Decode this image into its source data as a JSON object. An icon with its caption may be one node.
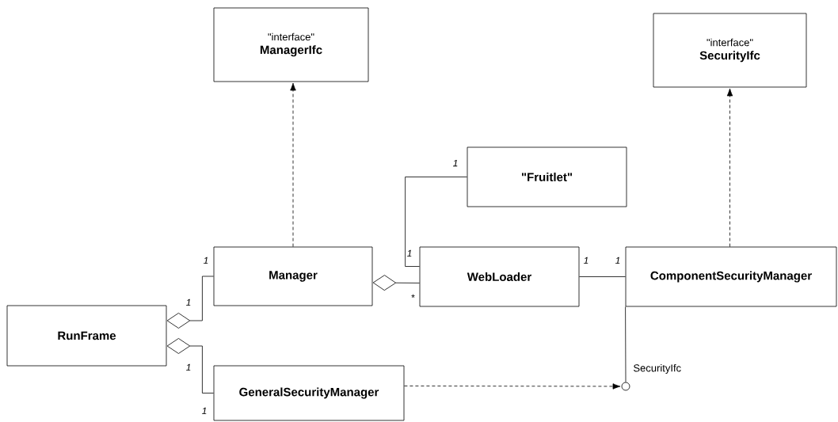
{
  "diagram": {
    "nodes": [
      {
        "text": [
          "\"interface\"",
          "ManagerIfc"
        ]
      },
      {
        "text": [
          "\"interface\"",
          "SecurityIfc"
        ]
      },
      {
        "text": [
          "\"Fruitlet\""
        ]
      },
      {
        "text": [
          "Manager"
        ]
      },
      {
        "text": [
          "WebLoader"
        ]
      },
      {
        "text": [
          "ComponentSecurityManager"
        ]
      },
      {
        "text": [
          "RunFrame"
        ]
      },
      {
        "text": [
          "GeneralSecurityManager"
        ]
      },
      {
        "text": [],
        "shape": "circle",
        "beside": [
          "SecurityIfc"
        ]
      }
    ],
    "edges": [
      {
        "from": 3,
        "to": 0,
        "arrow": "to",
        "style": "dashed"
      },
      {
        "from": 5,
        "to": 1,
        "arrow": "to",
        "style": "dashed"
      },
      {
        "from": 2,
        "to": 4,
        "arrow": "none"
      },
      {
        "from": 6,
        "to": 3,
        "arrow": "other"
      },
      {
        "from": 3,
        "to": 4,
        "arrow": "other"
      },
      {
        "from": 4,
        "to": 5,
        "arrow": "none"
      },
      {
        "from": 6,
        "to": 7,
        "arrow": "other"
      },
      {
        "from": 5,
        "to": 8,
        "arrow": "none"
      },
      {
        "from": 7,
        "to": 8,
        "arrow": "to",
        "style": "dashed"
      }
    ],
    "labels": [
      "1",
      "1",
      "1",
      "1",
      "1",
      "*",
      "1",
      "1",
      "1"
    ]
  }
}
